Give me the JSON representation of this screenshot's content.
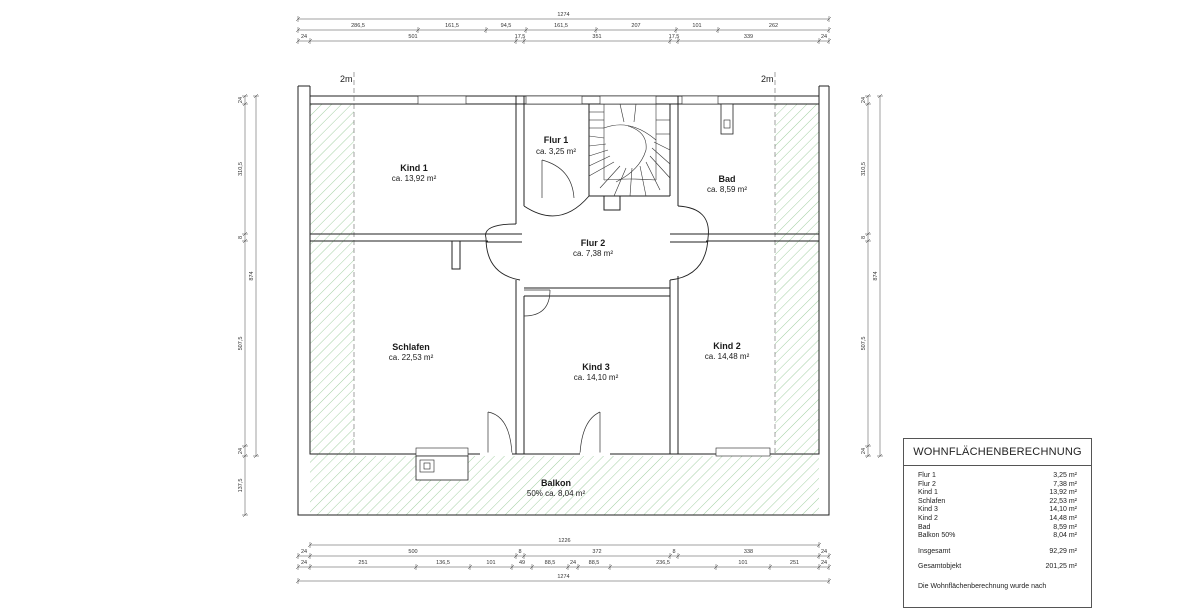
{
  "rooms": {
    "kind1": {
      "name": "Kind 1",
      "area": "ca. 13,92 m²"
    },
    "flur1": {
      "name": "Flur 1",
      "area": "ca. 3,25 m²"
    },
    "bad": {
      "name": "Bad",
      "area": "ca. 8,59 m²"
    },
    "flur2": {
      "name": "Flur 2",
      "area": "ca. 7,38 m²"
    },
    "schlafen": {
      "name": "Schlafen",
      "area": "ca. 22,53 m²"
    },
    "kind3": {
      "name": "Kind 3",
      "area": "ca. 14,10 m²"
    },
    "kind2": {
      "name": "Kind 2",
      "area": "ca. 14,48 m²"
    },
    "balkon": {
      "name": "Balkon",
      "area": "50% ca. 8,04 m²"
    }
  },
  "marks": {
    "left_2m": "2m",
    "right_2m": "2m"
  },
  "dims": {
    "top_total": "1274",
    "top_row1": [
      "286,5",
      "161,5",
      "94,5",
      "161,5",
      "207",
      "101",
      "262"
    ],
    "top_row2": [
      "24",
      "501",
      "17,5",
      "351",
      "17,5",
      "339",
      "24"
    ],
    "left": [
      "24",
      "310,5",
      "8",
      "507,5",
      "24",
      "137,5"
    ],
    "left_total": "874",
    "right": [
      "24",
      "310,5",
      "8",
      "507,5",
      "24"
    ],
    "right_total": "874",
    "bottom_total_inner": "1226",
    "bottom_row1": [
      "24",
      "500",
      "8",
      "372",
      "8",
      "338",
      "24"
    ],
    "bottom_row2": [
      "24",
      "251",
      "136,5",
      "101",
      "49",
      "88,5",
      "24",
      "88,5",
      "236,5",
      "101",
      "251",
      "24"
    ],
    "bottom_total": "1274"
  },
  "table": {
    "title": "WOHNFLÄCHENBERECHNUNG",
    "rows": [
      {
        "label": "Flur 1",
        "value": "3,25 m²"
      },
      {
        "label": "Flur 2",
        "value": "7,38 m²"
      },
      {
        "label": "Kind 1",
        "value": "13,92 m²"
      },
      {
        "label": "Schlafen",
        "value": "22,53 m²"
      },
      {
        "label": "Kind 3",
        "value": "14,10 m²"
      },
      {
        "label": "Kind 2",
        "value": "14,48 m²"
      },
      {
        "label": "Bad",
        "value": "8,59 m²"
      },
      {
        "label": "Balkon 50%",
        "value": "8,04 m²"
      }
    ],
    "total_label": "Insgesamt",
    "total_value": "92,29 m²",
    "object_label": "Gesamtobjekt",
    "object_value": "201,25 m²",
    "note": "Die Wohnflächenberechnung wurde nach"
  }
}
